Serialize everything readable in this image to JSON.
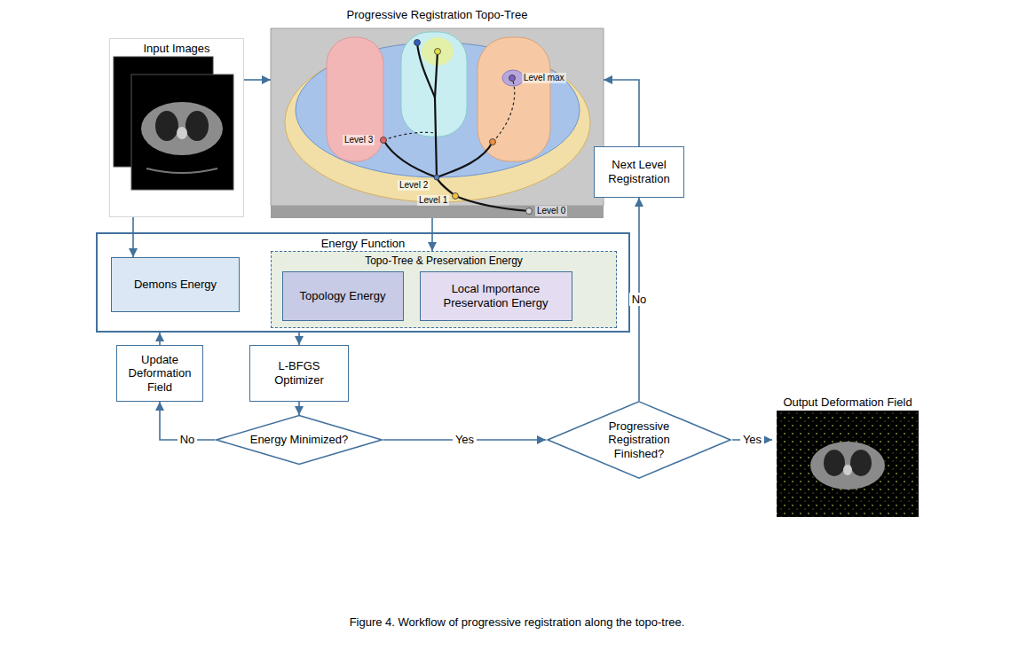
{
  "diagram": {
    "caption": "Figure 4. Workflow of progressive registration along the topo-tree.",
    "nodes": [
      {
        "text": [
          "Input Images"
        ]
      },
      {
        "text": [
          "Progressive Registration Topo-Tree"
        ]
      },
      {
        "text": [
          "Energy Function"
        ]
      },
      {
        "text": [
          "Demons Energy"
        ],
        "in": 2
      },
      {
        "text": [
          "Topo-Tree & Preservation Energy"
        ],
        "in": 2
      },
      {
        "text": [
          "Topology Energy"
        ],
        "in": 4
      },
      {
        "text": [
          "Local Importance Preservation Energy"
        ],
        "in": 4
      },
      {
        "text": [
          "Next Level Registration"
        ]
      },
      {
        "text": [
          "Update Deformation Field"
        ]
      },
      {
        "text": [
          "L-BFGS Optimizer"
        ]
      },
      {
        "text": [
          "Energy Minimized?"
        ]
      },
      {
        "text": [
          "Progressive Registration Finished?"
        ]
      },
      {
        "text": [
          "Output Deformation Field"
        ]
      }
    ],
    "edges": [
      {
        "from": 0,
        "to": 1,
        "arrow": "to"
      },
      {
        "from": 0,
        "to": 3,
        "arrow": "to"
      },
      {
        "from": 1,
        "to": 4,
        "arrow": "to"
      },
      {
        "from": 2,
        "to": 9,
        "arrow": "to"
      },
      {
        "from": 9,
        "to": 10,
        "arrow": "to"
      },
      {
        "from": 10,
        "to": 8,
        "label": "No",
        "arrow": "to"
      },
      {
        "from": 8,
        "to": 2,
        "arrow": "to"
      },
      {
        "from": 10,
        "to": 11,
        "label": "Yes",
        "arrow": "to"
      },
      {
        "from": 11,
        "to": 7,
        "label": "No",
        "arrow": "to"
      },
      {
        "from": 7,
        "to": 1,
        "arrow": "to"
      },
      {
        "from": 11,
        "to": 12,
        "label": "Yes",
        "arrow": "to"
      }
    ],
    "labels": [
      "Level max",
      "Level 3",
      "Level 2",
      "Level 1",
      "Level 0"
    ]
  }
}
